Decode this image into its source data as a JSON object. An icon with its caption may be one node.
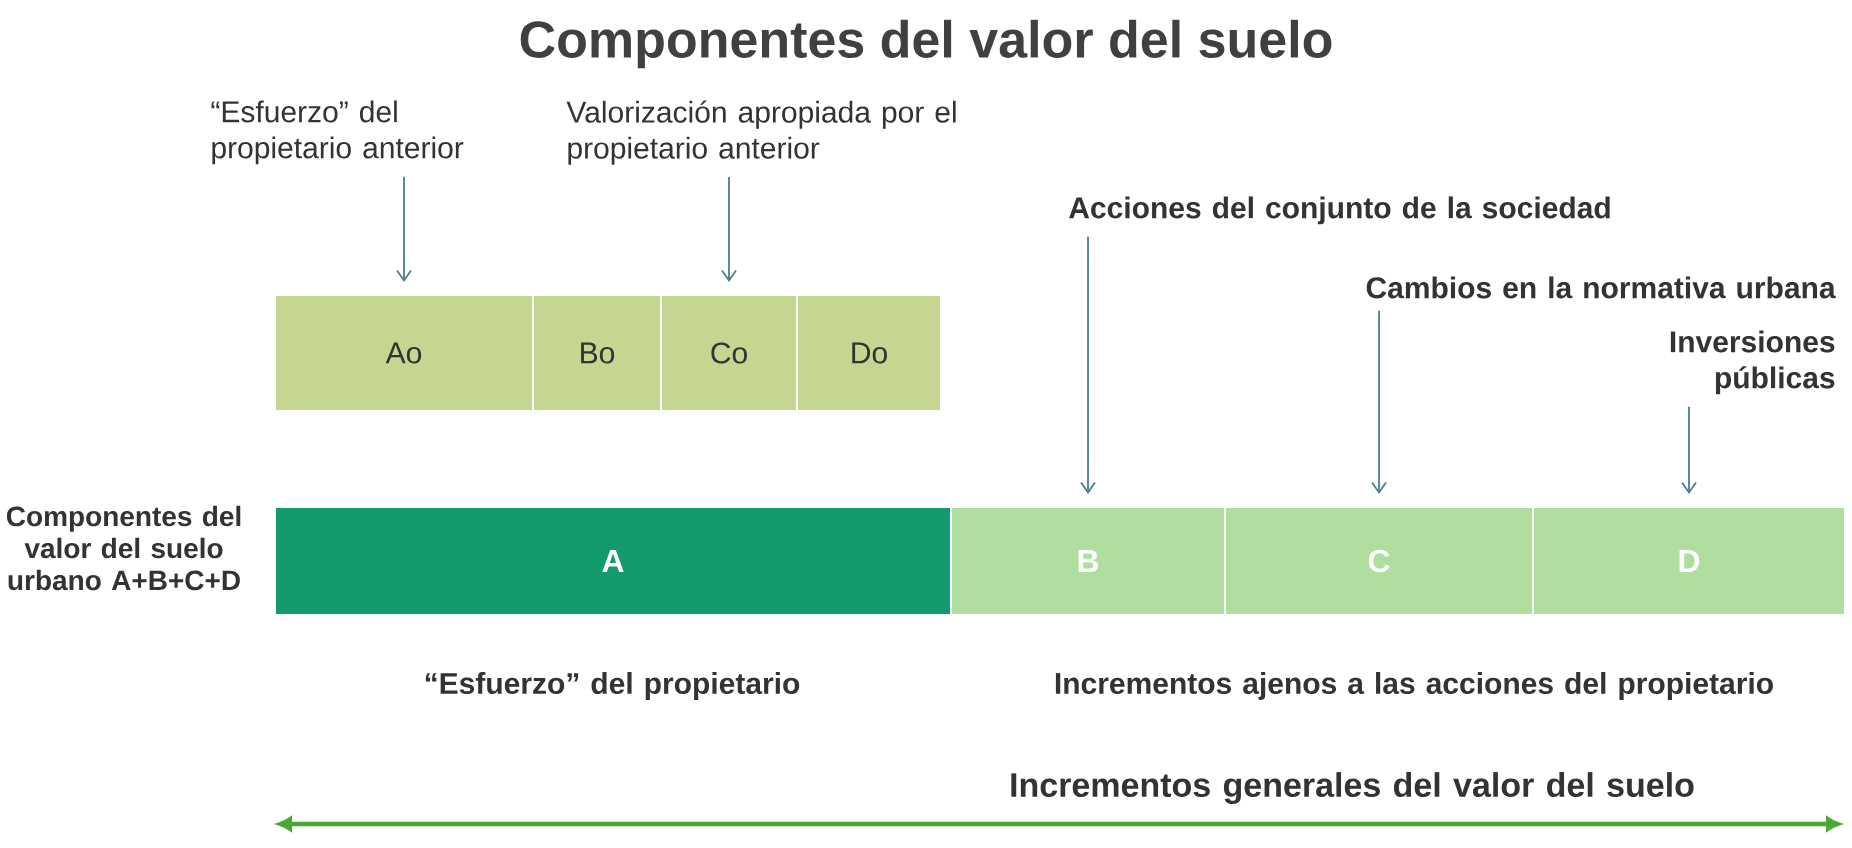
{
  "diagram": {
    "title": "Componentes del valor del suelo",
    "nodes": [
      {
        "text": [
          "“Esfuerzo” del propietario anterior"
        ]
      },
      {
        "text": [
          "Valorización apropiada por el propietario anterior"
        ]
      },
      {
        "text": [
          "Ao"
        ]
      },
      {
        "text": [
          "Bo"
        ]
      },
      {
        "text": [
          "Co"
        ]
      },
      {
        "text": [
          "Do"
        ]
      },
      {
        "text": [
          "Acciones del conjunto de la sociedad"
        ]
      },
      {
        "text": [
          "Cambios en la normativa urbana"
        ]
      },
      {
        "text": [
          "Inversiones públicas"
        ]
      },
      {
        "text": [
          "A"
        ]
      },
      {
        "text": [
          "B"
        ]
      },
      {
        "text": [
          "C"
        ]
      },
      {
        "text": [
          "D"
        ]
      }
    ],
    "edges": [
      {
        "from": 0,
        "to": 2,
        "arrow": "to"
      },
      {
        "from": 1,
        "to": 4,
        "arrow": "to"
      },
      {
        "from": 6,
        "to": 10,
        "arrow": "to"
      },
      {
        "from": 7,
        "to": 11,
        "arrow": "to"
      },
      {
        "from": 8,
        "to": 12,
        "arrow": "to"
      }
    ],
    "labels": [
      "Componentes del valor del suelo urbano A+B+C+D",
      "“Esfuerzo” del propietario",
      "Incrementos ajenos a las acciones del propietario",
      "Incrementos generales del valor del suelo"
    ]
  }
}
